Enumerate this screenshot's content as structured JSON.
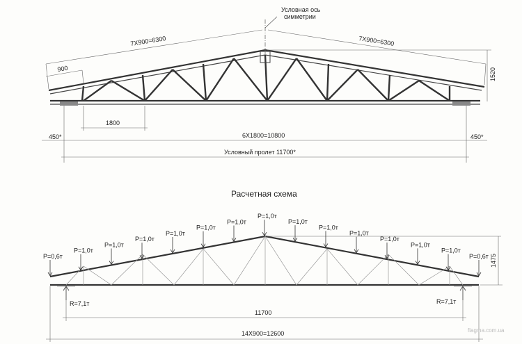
{
  "top": {
    "symmetry_label_line1": "Условная ось",
    "symmetry_label_line2": "симметрии",
    "dim_left_top": "7X900=6300",
    "dim_right_top": "7X900=6300",
    "dim_900": "900",
    "dim_1520": "1520",
    "dim_1800": "1800",
    "dim_main": "6X1800=10800",
    "dim_450_left": "450*",
    "dim_450_right": "450*",
    "dim_span": "Условный пролет 11700*"
  },
  "bottom": {
    "title": "Расчетная схема",
    "loads": [
      "P=0,6т",
      "P=1,0т",
      "P=1,0т",
      "P=1,0т",
      "P=1,0т",
      "P=1,0т",
      "P=1,0т",
      "P=1,0т",
      "P=1,0т",
      "P=1,0т",
      "P=1,0т",
      "P=1,0т",
      "P=1,0т",
      "P=1,0т",
      "P=0,6т"
    ],
    "reaction_left": "R=7,1т",
    "reaction_right": "R=7,1т",
    "dim_1475": "1475",
    "dim_11700": "11700",
    "dim_total": "14X900=12600"
  },
  "watermark": "flagma.com.ua"
}
